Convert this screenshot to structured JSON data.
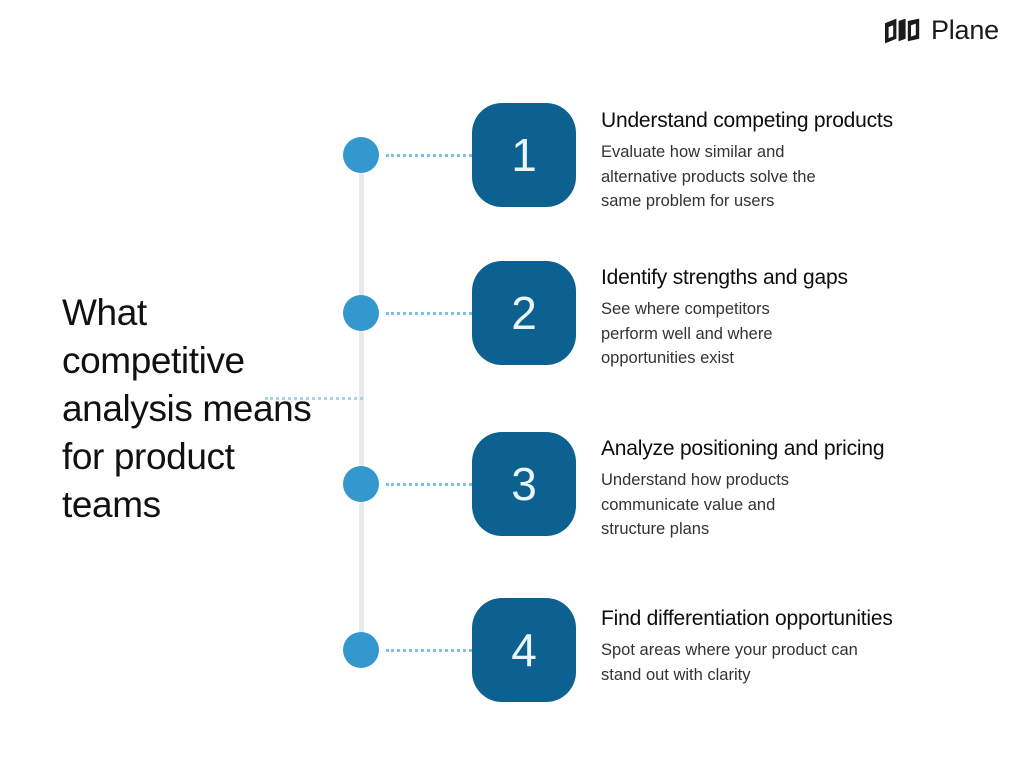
{
  "brand": {
    "name": "Plane",
    "logo_icon": "plane-logo-mark",
    "color": "#1b1b1b"
  },
  "title": "What competitive analysis means for product teams",
  "theme": {
    "background": "#ffffff",
    "badge_fill": "#0c6191",
    "dot_fill": "#3498ce",
    "track_fill": "#e9e9e9",
    "connector_dots": "#7cc0e2",
    "heading_color": "#0d0d0d",
    "body_color": "#333333"
  },
  "steps": [
    {
      "number": "1",
      "title": "Understand competing products",
      "description": "Evaluate how similar and\nalternative products solve the\nsame problem for users"
    },
    {
      "number": "2",
      "title": "Identify strengths and gaps",
      "description": "See where competitors\nperform well and where\nopportunities exist"
    },
    {
      "number": "3",
      "title": "Analyze positioning and pricing",
      "description": "Understand how products\ncommunicate value and\nstructure plans"
    },
    {
      "number": "4",
      "title": "Find differentiation opportunities",
      "description": "Spot areas where your product can\nstand out with clarity"
    }
  ]
}
